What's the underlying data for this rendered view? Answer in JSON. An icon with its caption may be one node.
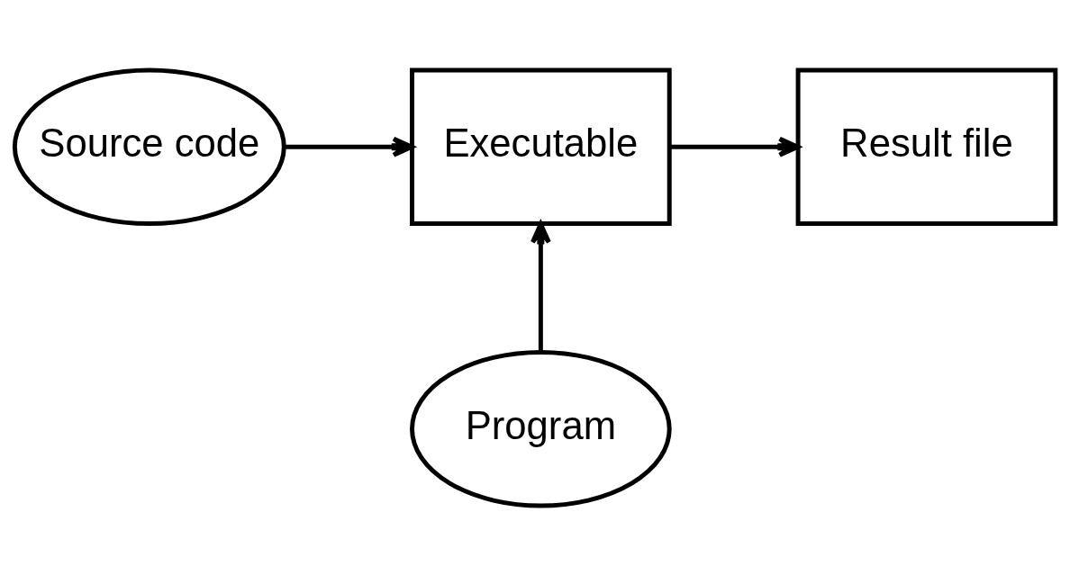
{
  "diagram": {
    "nodes": [
      {
        "text": [
          "Source code"
        ]
      },
      {
        "text": [
          "Executable"
        ]
      },
      {
        "text": [
          "Result file"
        ]
      },
      {
        "text": [
          "Program"
        ]
      }
    ],
    "edges": [
      {
        "from": 0,
        "to": 1,
        "arrow": "to"
      },
      {
        "from": 1,
        "to": 2,
        "arrow": "to"
      },
      {
        "from": 3,
        "to": 1,
        "arrow": "to"
      }
    ]
  }
}
